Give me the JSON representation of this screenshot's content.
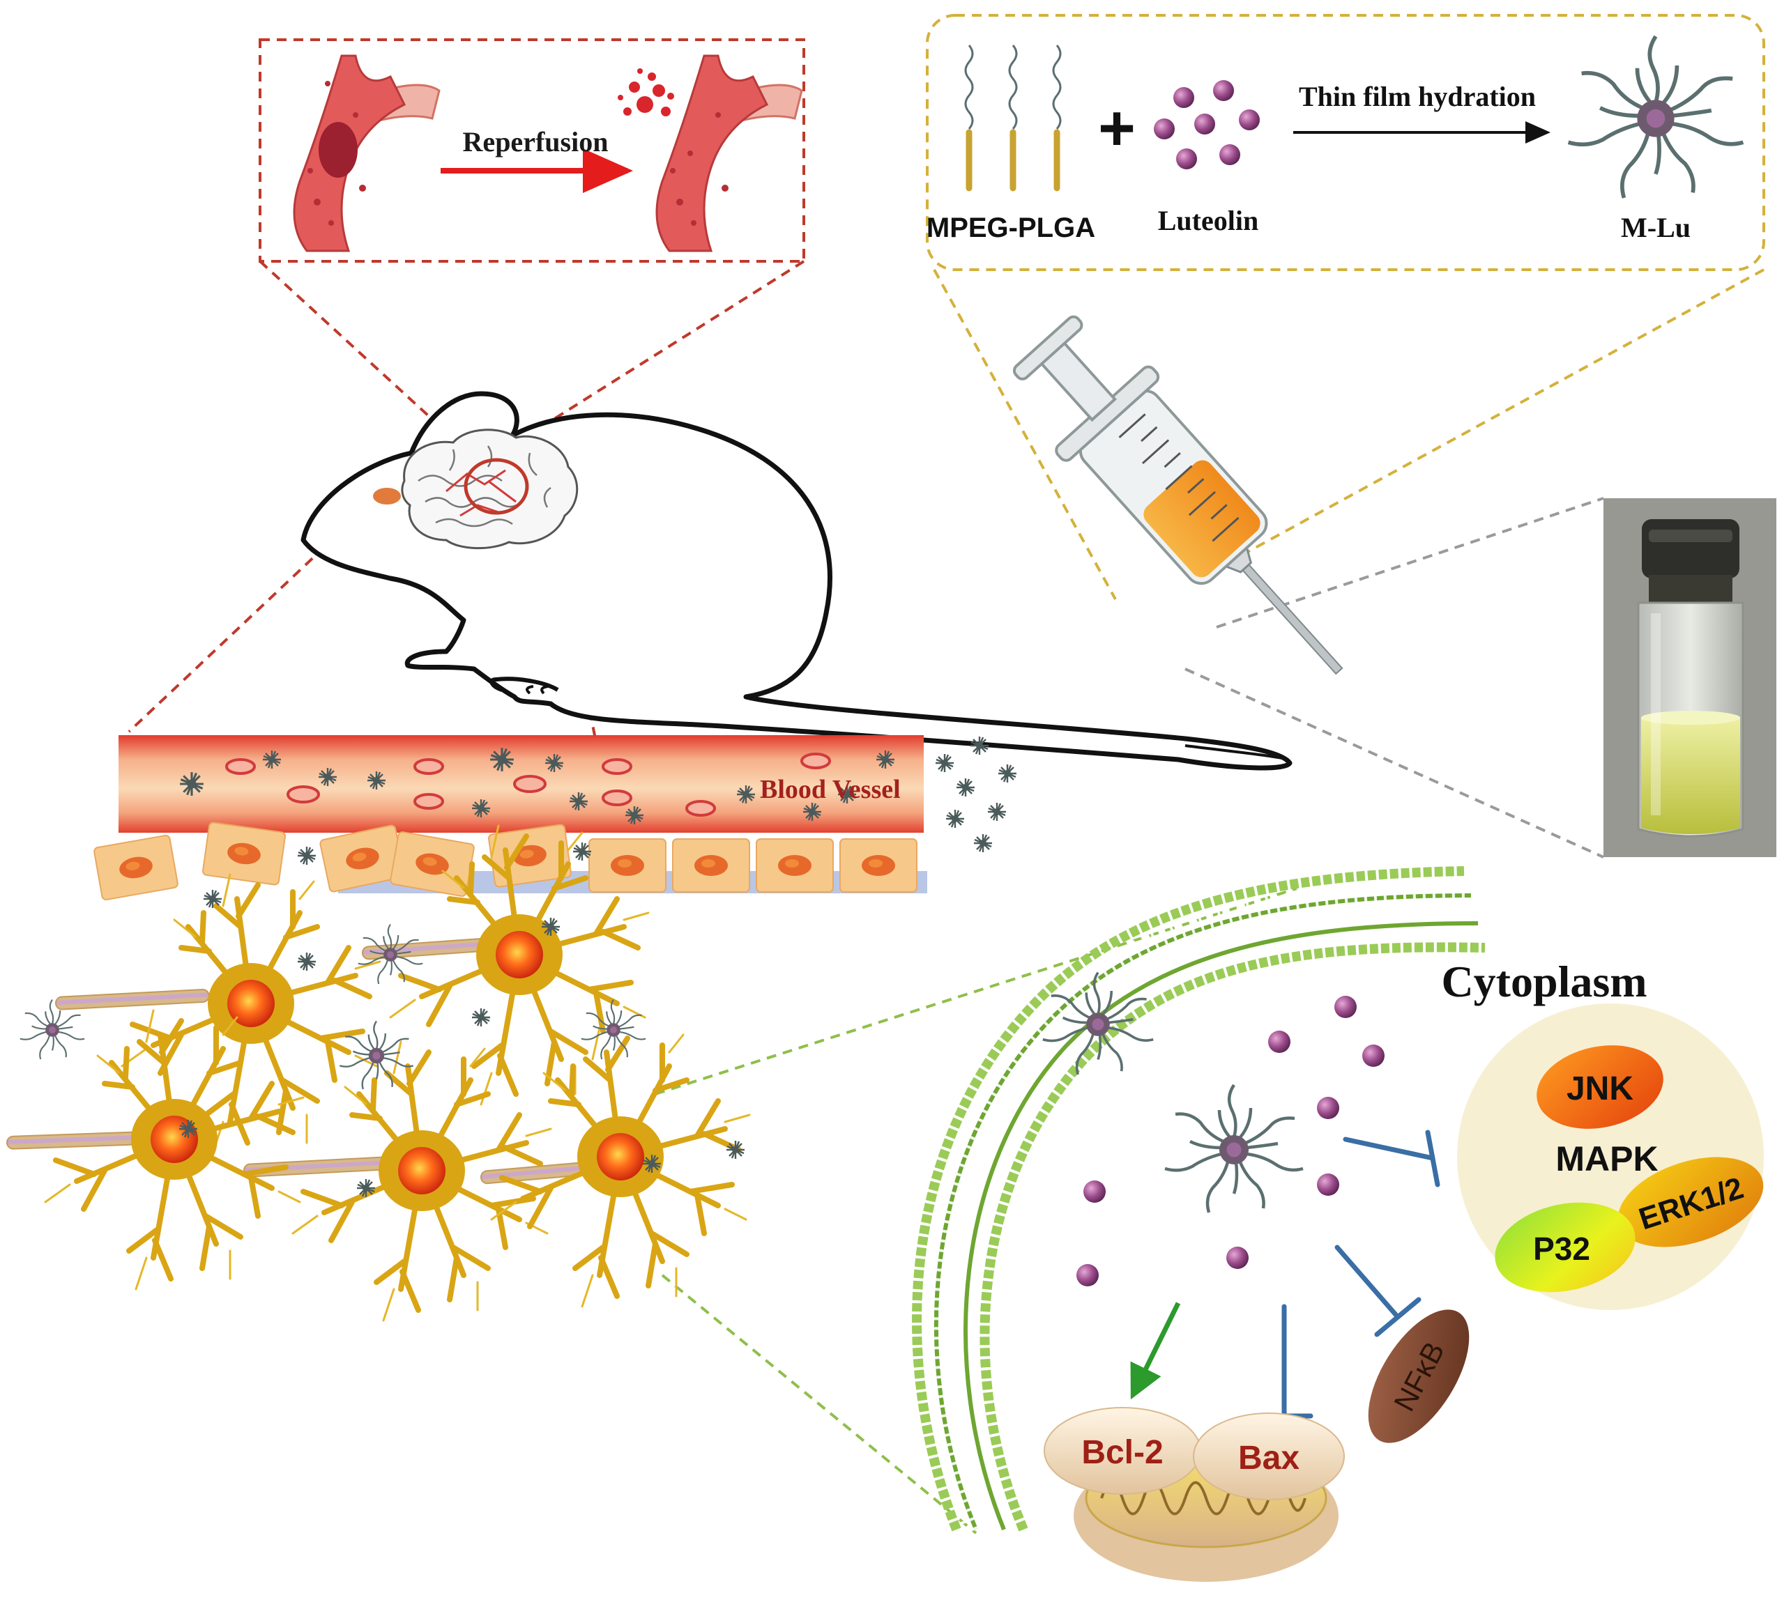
{
  "reperfusion_panel": {
    "label": "Reperfusion"
  },
  "synthesis_panel": {
    "polymer_label": "MPEG-PLGA",
    "plus_sign": "+",
    "drug_label": "Luteolin",
    "process_label": "Thin film hydration",
    "product_label": "M-Lu"
  },
  "vessel": {
    "label": "Blood Vessel"
  },
  "cell": {
    "compartment_label": "Cytoplasm",
    "pathway_label": "MAPK",
    "kinases": [
      "JNK",
      "ERK1/2",
      "P32"
    ],
    "apoptosis_proteins": [
      "Bcl-2",
      "Bax"
    ],
    "nfkb_label": "NFκB"
  },
  "colors": {
    "blood": "#e05a5a",
    "red_dash": "#c0392b",
    "yellow_dash": "#d4b13a",
    "grey_dash": "#9a9a9a",
    "green_dash": "#8fbf4a",
    "neuron": "#d9a514",
    "inhibit": "#3a6ea5",
    "activate": "#2c9a2c",
    "drug": "#9c4d8c"
  }
}
